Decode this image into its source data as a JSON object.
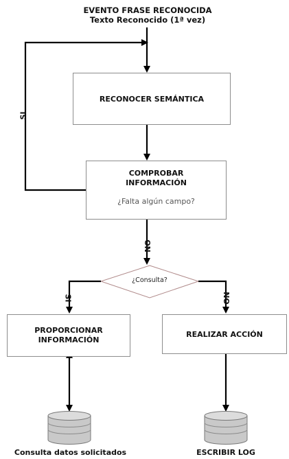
{
  "header": {
    "event_line": "EVENTO FRASE RECONOCIDA",
    "text_line": "Texto Reconocido (1ª vez)"
  },
  "nodes": {
    "semantic": "RECONOCER SEMÁNTICA",
    "check_line1": "COMPROBAR",
    "check_line2": "INFORMACIÓN",
    "check_question": "¿Falta algún campo?",
    "decision": "¿Consulta?",
    "provide_line1": "PROPORCIONAR",
    "provide_line2": "INFORMACIÓN",
    "action": "REALIZAR ACCIÓN"
  },
  "edge_labels": {
    "loop_yes": "SI",
    "no_to_decision": "NO",
    "decision_yes": "SI",
    "decision_no": "NO"
  },
  "databases": {
    "left_caption": "Consulta datos solicitados",
    "right_caption": "ESCRIBIR LOG"
  }
}
